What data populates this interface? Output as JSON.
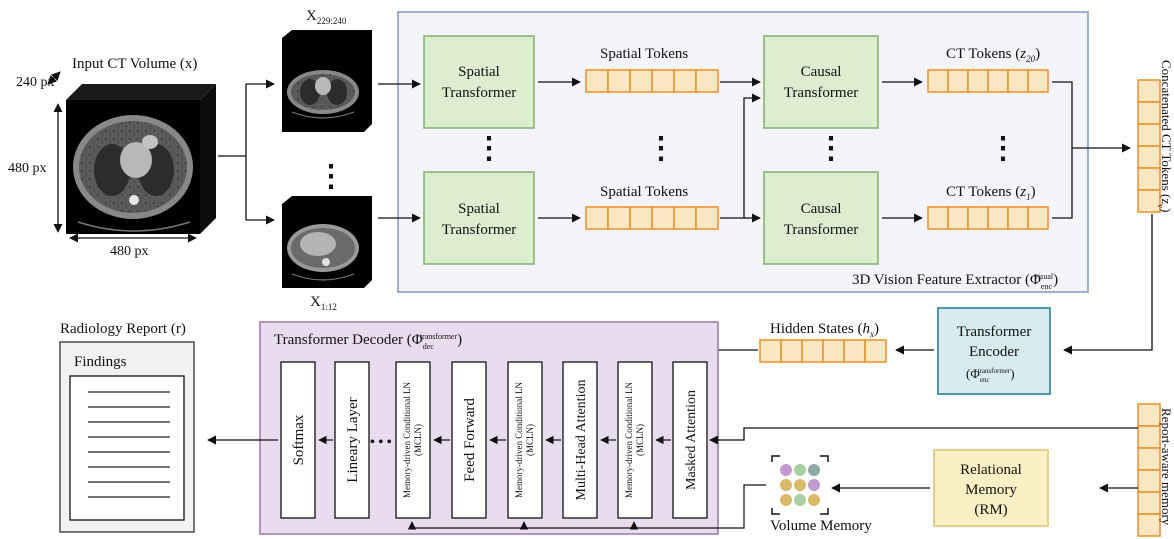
{
  "input": {
    "title": "Input CT Volume (x)",
    "depth_label": "240 px",
    "height_label": "480 px",
    "width_label": "480 px"
  },
  "slices": {
    "top_label": "X",
    "top_sub": "229:240",
    "bottom_label": "X",
    "bottom_sub": "1:12"
  },
  "extractor": {
    "title_prefix": "3D Vision Feature Extractor (Φ",
    "title_sup": "visual",
    "title_sub": "enc",
    "title_suffix": ")",
    "spatial_line1": "Spatial",
    "spatial_line2": "Transformer",
    "causal_line1": "Causal",
    "causal_line2": "Transformer",
    "spatial_tokens": "Spatial Tokens",
    "ct_tokens_prefix": "CT Tokens (",
    "ct_top_var": "z",
    "ct_top_sub": "20",
    "ct_bottom_var": "z",
    "ct_bottom_sub": "1",
    "ct_tokens_suffix": ")",
    "ellipsis": "⋮"
  },
  "side_labels": {
    "concat": "Concatenated CT Tokens (z",
    "concat_sub": "v",
    "concat_end": ")",
    "retrieval": "Report-aware memory"
  },
  "encoder": {
    "line1": "Transformer",
    "line2": "Encoder",
    "phi": "(Φ",
    "sup": "transformer",
    "sub": "enc",
    "close": ")"
  },
  "hidden_states": {
    "prefix": "Hidden States (",
    "var": "h",
    "sub": "x",
    "suffix": ")"
  },
  "decoder": {
    "title_prefix": "Transformer Decoder (Φ",
    "title_sup": "transformer",
    "title_sub": "dec",
    "title_suffix": ")",
    "blocks": {
      "softmax": "Softmax",
      "linear": "Lineary Layer",
      "mcln_line1": "Memory-driven Conditional LN",
      "mcln_line2": "(MCLN)",
      "feed_forward": "Feed Forward",
      "multi_head": "Multi-Head Attention",
      "masked": "Masked Attention"
    },
    "ellipsis": "• • •"
  },
  "memory": {
    "volume_label": "Volume Memory",
    "rm_line1": "Relational",
    "rm_line2": "Memory",
    "rm_line3": "(RM)",
    "dot_colors": [
      "#c39bd3",
      "#a9cfa0",
      "#8fa9a5",
      "#d9b96a",
      "#d9b96a",
      "#c39bd3",
      "#d9b96a",
      "#a9cfa0",
      "#d9b96a"
    ]
  },
  "report": {
    "title": "Radiology Report (r)",
    "findings": "Findings"
  },
  "colors": {
    "green_fill": "#dcedd0",
    "green_stroke": "#7fb069",
    "orange_fill": "#fde7c2",
    "orange_stroke": "#e8902a",
    "extractor_fill": "#f3f5fb",
    "extractor_stroke": "#7d98c6",
    "decoder_fill": "#e8dcef",
    "decoder_stroke": "#9b77ad",
    "encoder_fill": "#d8ecf0",
    "encoder_stroke": "#3f8fa3",
    "rm_fill": "#fbf0c5",
    "rm_stroke": "#d9c26e"
  }
}
